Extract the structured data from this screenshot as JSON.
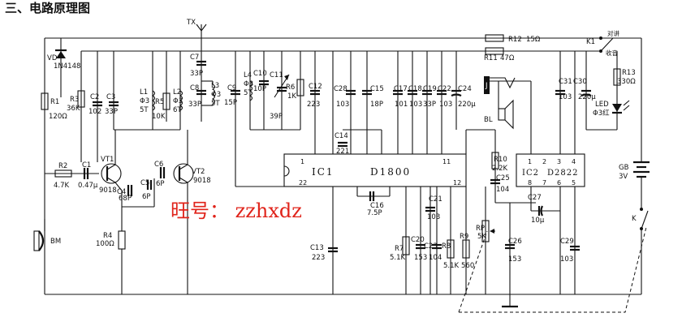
{
  "title": "三、电路原理图",
  "watermark": "旺号： zzhxdz",
  "ic1": {
    "name": "IC1",
    "part": "D1800",
    "pins": [
      "1",
      "11",
      "22",
      "12"
    ]
  },
  "ic2": {
    "name": "IC2",
    "part": "D2822",
    "pins": [
      "1",
      "2",
      "3",
      "4",
      "8",
      "7",
      "6",
      "5"
    ]
  },
  "labels": {
    "tx": "TX",
    "vd": "VD",
    "vd_part": "1N4148",
    "r1": "R1",
    "r1_val": "120Ω",
    "r3": "R3",
    "r3_val": "36K",
    "c2": "C2",
    "c2_val": "102",
    "c3": "C3",
    "c3_val": "33P",
    "l1": "L1",
    "l1_spec": "Φ3",
    "l1_turns": "5T",
    "r5": "R5",
    "r5_val": "10K",
    "l2": "L2",
    "l2_spec": "Φ3",
    "l2_turns": "6T",
    "c7": "C7",
    "c7_val": "33P",
    "c8": "C8",
    "c8_val": "33P",
    "l3": "L3",
    "l3_spec": "Φ3",
    "l3_turns": "5T",
    "c9": "C9",
    "c9_val": "15P",
    "l4": "L4",
    "l4_spec": "Φ3",
    "l4_turns": "5T",
    "c10": "C10",
    "c10_val": "10P",
    "c11": "C11",
    "c11_val": "39P",
    "r6": "R6",
    "r6_val": "1K",
    "c12": "C12",
    "c12_val": "223",
    "c28": "C28",
    "c28_val": "103",
    "c15": "C15",
    "c15_val": "18P",
    "c17": "C17",
    "c17_val": "101",
    "c18": "C18",
    "c18_val": "103",
    "c19": "C19",
    "c19_val": "33P",
    "c22": "C22",
    "c22_val": "103",
    "c24": "C24",
    "c24_val": "220μ",
    "c14": "C14",
    "c14_val": "221",
    "c16": "C16",
    "c16_val": "7.5P",
    "c13": "C13",
    "c13_val": "223",
    "c21": "C21",
    "c21_val": "103",
    "r7": "R7",
    "r7_val": "5.1K",
    "c20": "C20",
    "c20_val": "153",
    "c23": "C23",
    "c23_val": "104",
    "r8": "R8",
    "r8_val": "5.1K",
    "r9": "R9",
    "r9_val": "560",
    "rp": "RP",
    "rp_val": "5K",
    "c26": "C26",
    "c26_val": "153",
    "r10": "R10",
    "r10_val": "2.2K",
    "c25": "C25",
    "c25_val": "104",
    "c27": "C27",
    "c27_val": "10μ",
    "c29": "C29",
    "c29_val": "103",
    "c31": "C31",
    "c31_val": "103",
    "c30": "C30",
    "c30_val": "220μ",
    "r12": "R12",
    "r12_val": "15Ω",
    "r11": "R11",
    "r11_val": "47Ω",
    "k1": "K1",
    "talk": "对讲",
    "receive": "收音",
    "r13": "R13",
    "r13_val": "330Ω",
    "led": "LED",
    "led_spec": "Φ3红",
    "bl": "BL",
    "j": "J",
    "gb": "GB",
    "gb_val": "3V",
    "k": "K",
    "bm": "BM",
    "r2": "R2",
    "r2_val": "4.7K",
    "c1": "C1",
    "c1_val": "0.47μ",
    "vt1": "VT1",
    "vt1_part": "9018",
    "c4": "C4",
    "c4_val": "68P",
    "c5": "C5",
    "c5_val": "6P",
    "c6": "C6",
    "c6_val": "6P",
    "vt2": "VT2",
    "vt2_part": "9018",
    "r4": "R4",
    "r4_val": "100Ω"
  }
}
